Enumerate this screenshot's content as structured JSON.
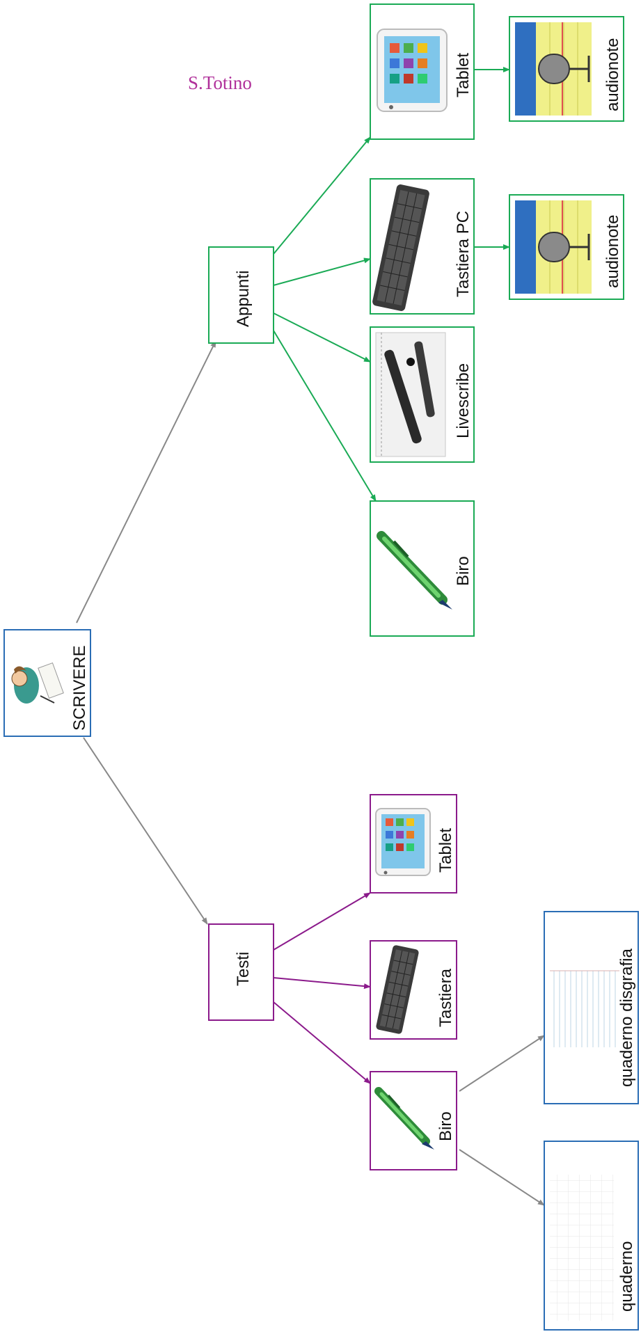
{
  "author": "S.Totino",
  "root": {
    "label": "SCRIVERE",
    "icon": "person-writing-icon"
  },
  "branches": [
    {
      "label": "Appunti",
      "color": "#1aaa55",
      "children": [
        {
          "label": "Biro",
          "icon": "green-pen-icon"
        },
        {
          "label": "Livescribe",
          "icon": "smartpen-icon"
        },
        {
          "label": "Tastiera PC",
          "icon": "keyboard-icon",
          "child": {
            "label": "audionote",
            "icon": "microphone-icon"
          }
        },
        {
          "label": "Tablet",
          "icon": "tablet-icon",
          "child": {
            "label": "audionote",
            "icon": "microphone-icon"
          }
        }
      ]
    },
    {
      "label": "Testi",
      "color": "#8b1a8b",
      "children": [
        {
          "label": "Biro",
          "icon": "green-pen-icon",
          "children": [
            {
              "label": "quaderno disgrafia",
              "icon": "lined-notebook-icon"
            },
            {
              "label": "quaderno",
              "icon": "grid-notebook-icon"
            }
          ]
        },
        {
          "label": "Tastiera",
          "icon": "keyboard-icon"
        },
        {
          "label": "Tablet",
          "icon": "tablet-icon"
        }
      ]
    }
  ],
  "colors": {
    "root": "#2a6db5",
    "appunti": "#1aaa55",
    "testi": "#8b1a8b",
    "notebook": "#2a6db5",
    "connector": "#888888",
    "author": "#b0309a"
  }
}
